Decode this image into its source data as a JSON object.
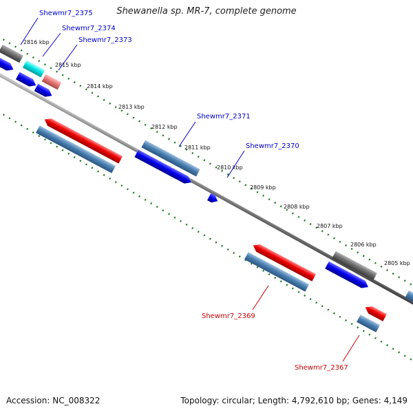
{
  "title": "Shewanella sp. MR-7, complete genome",
  "footer": {
    "accession": "Accession: NC_008322",
    "summary": "Topology: circular; Length: 4,792,610 bp; Genes: 4,149"
  },
  "colors": {
    "backbone": "#7d7d7d",
    "dots": "#1e7a1e",
    "plus_label": "#0000cc",
    "minus_label": "#cc0000",
    "blue": "#0000ee",
    "steel": "#4a7fb0",
    "red": "#ee0000",
    "gray": "#6e6e6e",
    "cyan": "#00e5e5",
    "salmon": "#e87878"
  },
  "kbp_labels": [
    "2816 kbp",
    "2815 kbp",
    "2814 kbp",
    "2813 kbp",
    "2812 kbp",
    "2811 kbp",
    "2810 kbp",
    "2809 kbp",
    "2808 kbp",
    "2807 kbp",
    "2806 kbp",
    "2805 kbp"
  ],
  "gene_labels": [
    {
      "text": "Shewmr7_2375",
      "strand": "plus"
    },
    {
      "text": "Shewmr7_2374",
      "strand": "plus"
    },
    {
      "text": "Shewmr7_2373",
      "strand": "plus"
    },
    {
      "text": "Shewmr7_2371",
      "strand": "plus"
    },
    {
      "text": "Shewmr7_2370",
      "strand": "plus"
    },
    {
      "text": "Shewmr7_2369",
      "strand": "minus"
    },
    {
      "text": "Shewmr7_2367",
      "strand": "minus"
    }
  ]
}
